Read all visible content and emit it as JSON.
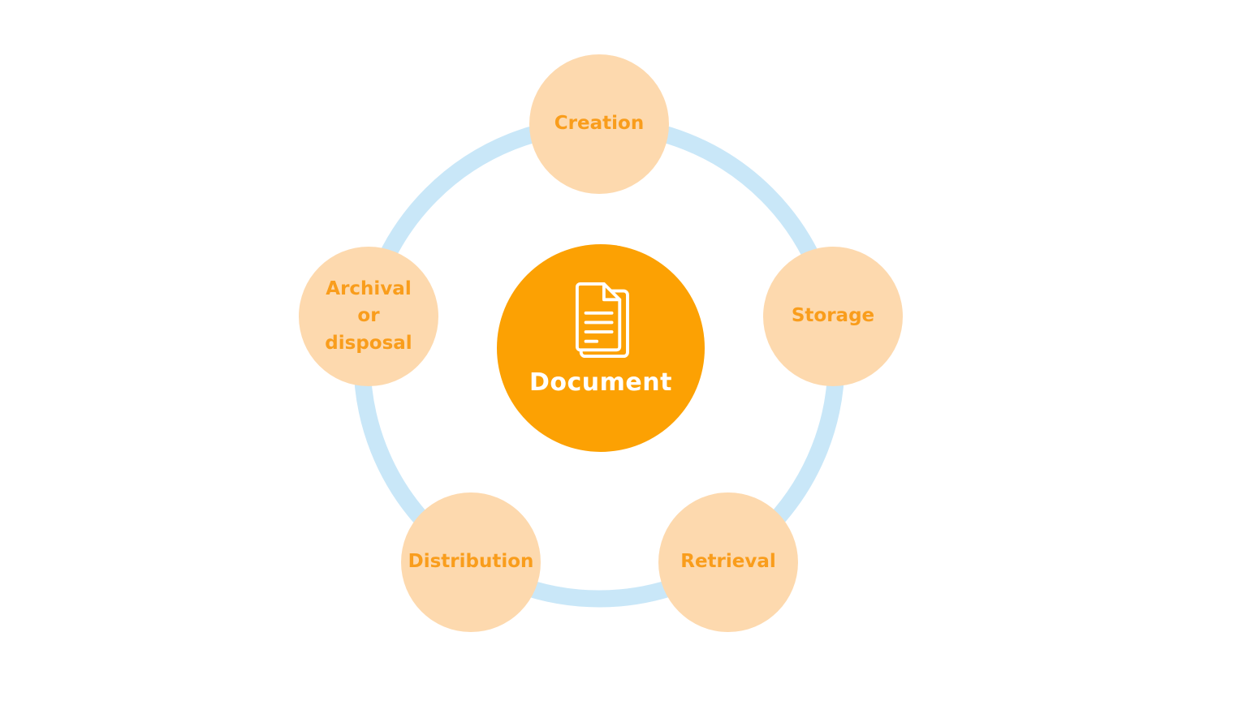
{
  "colors": {
    "center_fill": "#FCA103",
    "center_text": "#FFFFFF",
    "node_fill": "#FDD9AE",
    "node_text": "#F99D1C",
    "ring": "#C9E7F8",
    "background": "#FFFFFF"
  },
  "diagram": {
    "title": "",
    "center": {
      "label": "Document",
      "icon": "document-icon"
    },
    "nodes": [
      {
        "id": "creation",
        "label": "Creation"
      },
      {
        "id": "storage",
        "label": "Storage"
      },
      {
        "id": "retrieval",
        "label": "Retrieval"
      },
      {
        "id": "distribution",
        "label": "Distribution"
      },
      {
        "id": "archival",
        "label": "Archival or disposal"
      }
    ]
  }
}
